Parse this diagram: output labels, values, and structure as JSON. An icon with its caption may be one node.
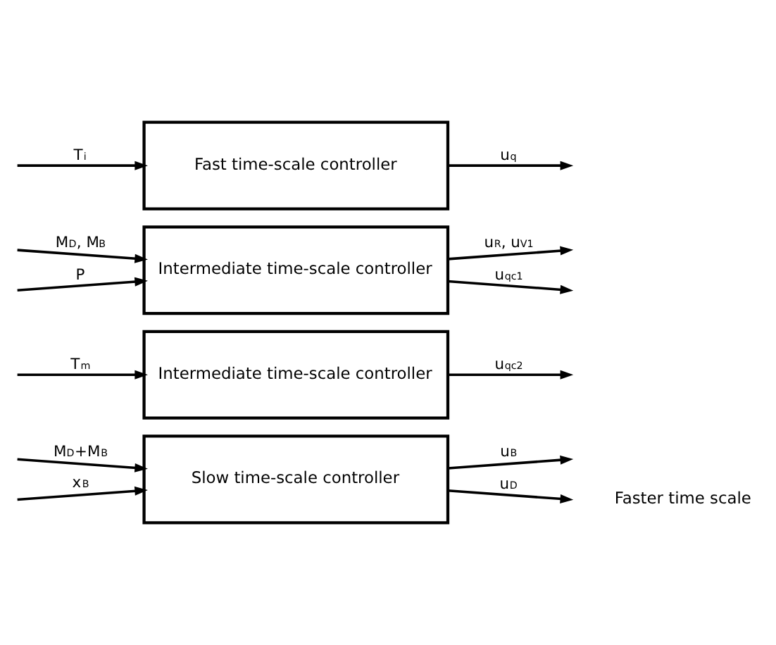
{
  "diagram": {
    "nodes": [
      {
        "text": [
          "Fast time-scale controller"
        ]
      },
      {
        "text": [
          "Intermediate time-scale controller"
        ]
      },
      {
        "text": [
          "Intermediate time-scale controller"
        ]
      },
      {
        "text": [
          "Slow time-scale controller"
        ]
      }
    ],
    "edges": [
      {
        "from": null,
        "to": 0,
        "arrow": "to",
        "label": "T$_{i}$"
      },
      {
        "from": 0,
        "to": null,
        "arrow": "to",
        "label": "u$_{q}$"
      },
      {
        "from": null,
        "to": 1,
        "arrow": "to",
        "label": "M$_{D}$, M$_{B}$"
      },
      {
        "from": null,
        "to": 1,
        "arrow": "to",
        "label": "P"
      },
      {
        "from": 1,
        "to": null,
        "arrow": "to",
        "label": "u$_{R}$, u$_{V1}$"
      },
      {
        "from": 1,
        "to": null,
        "arrow": "to",
        "label": "u$_{qc1}$"
      },
      {
        "from": null,
        "to": 2,
        "arrow": "to",
        "label": "T$_{m}$"
      },
      {
        "from": 2,
        "to": null,
        "arrow": "to",
        "label": "u$_{qc2}$"
      },
      {
        "from": null,
        "to": 3,
        "arrow": "to",
        "label": "M$_{D}$+M$_{B}$"
      },
      {
        "from": null,
        "to": 3,
        "arrow": "to",
        "label": "x$_{B}$"
      },
      {
        "from": 3,
        "to": null,
        "arrow": "to",
        "label": "u$_{B}$"
      },
      {
        "from": 3,
        "to": null,
        "arrow": "to",
        "label": "u$_{D}$"
      }
    ],
    "labels": [
      "Faster time scale"
    ]
  }
}
